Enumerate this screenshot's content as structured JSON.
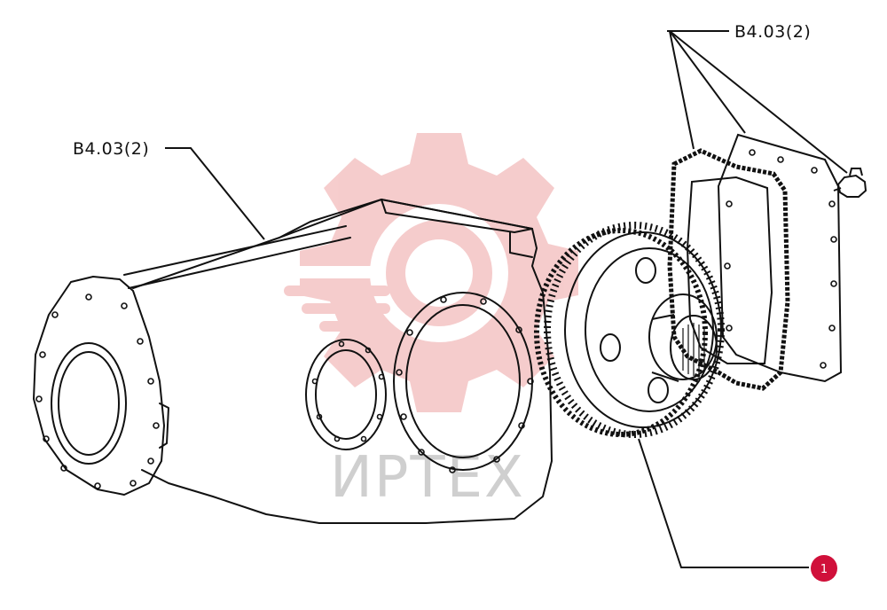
{
  "labels": {
    "ref_left": "B4.03(2)",
    "ref_top_right": "B4.03(2)"
  },
  "callout": {
    "number": "1",
    "color": "#d0103a"
  },
  "watermark": {
    "text": "ИРТЕХ",
    "logo_color": "#f4c4c4",
    "text_color": "#cfcfcf"
  },
  "parts": [
    {
      "name": "transmission-housing-icon"
    },
    {
      "name": "spur-gear-icon"
    },
    {
      "name": "gasket-icon"
    },
    {
      "name": "cover-plate-icon"
    },
    {
      "name": "bolt-icon"
    }
  ]
}
